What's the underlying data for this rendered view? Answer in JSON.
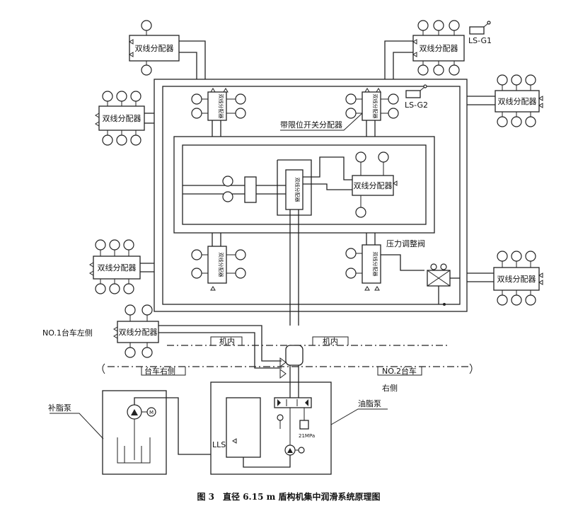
{
  "labels": {
    "distributor": "双线分配器",
    "limit_distributor": "带限位开关分配器",
    "pressure_valve": "压力调整阀",
    "ls_g1": "LS-G1",
    "ls_g2": "LS-G2",
    "jinei": "机内",
    "no1_left": "NO.1台车左侧",
    "car_right": "台车右侧",
    "no2_car": "NO.2台车",
    "right_side": "右侧",
    "grease_pump": "补脂泵",
    "oil_pump": "油脂泵",
    "lls": "LLS",
    "pressure": "21MPa",
    "motor": "M"
  },
  "caption": "图 3　直径 6.15 m 盾构机集中润滑系统原理图"
}
